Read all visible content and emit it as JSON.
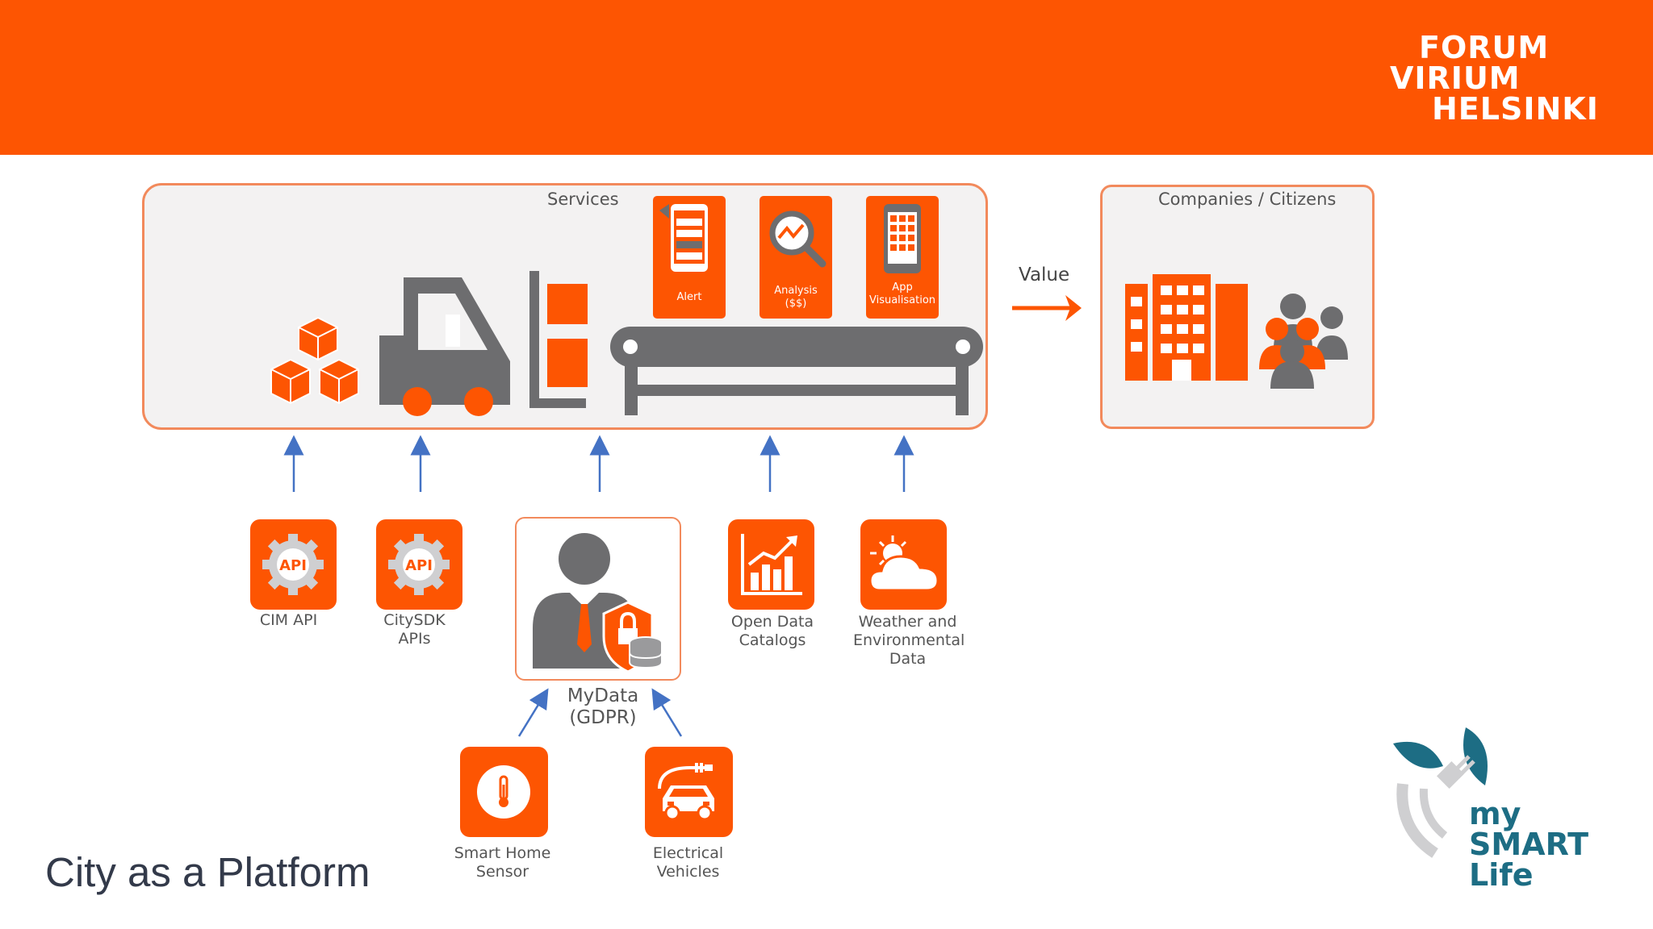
{
  "banner": {
    "color": "#fd5502"
  },
  "logo": {
    "lines": [
      "FORUM",
      "VIRIUM",
      "HELSINKI"
    ]
  },
  "services_panel": {
    "title": "Services",
    "cards": [
      {
        "label": "Alert",
        "icon": "phone-list-icon"
      },
      {
        "label": "Analysis ($$)",
        "icon": "magnifier-chart-icon"
      },
      {
        "label": "App Visualisation",
        "icon": "phone-grid-icon"
      }
    ]
  },
  "value_label": "Value",
  "companies_panel": {
    "title": "Companies / Citizens"
  },
  "sources": [
    {
      "label": "CIM API",
      "icon": "api-gear-icon",
      "icon_text": "API"
    },
    {
      "label": "CitySDK APIs",
      "icon": "api-gear-icon",
      "icon_text": "API"
    },
    {
      "label": "Open Data Catalogs",
      "icon": "bar-chart-icon"
    },
    {
      "label": "Weather and Environmental Data",
      "icon": "weather-icon"
    }
  ],
  "mydata": {
    "label": "MyData (GDPR)",
    "icon": "person-lock-icon"
  },
  "devices": [
    {
      "label": "Smart Home Sensor",
      "icon": "thermometer-icon"
    },
    {
      "label": "Electrical Vehicles",
      "icon": "electric-car-icon"
    }
  ],
  "page_title": "City as a Platform",
  "bottom_logo": {
    "lines": [
      "my",
      "SMART",
      "Life"
    ]
  },
  "colors": {
    "accent": "#fd5502",
    "arrow": "#4472c4",
    "grey": "#6d6d6f",
    "panel_border": "#f28a5c"
  }
}
